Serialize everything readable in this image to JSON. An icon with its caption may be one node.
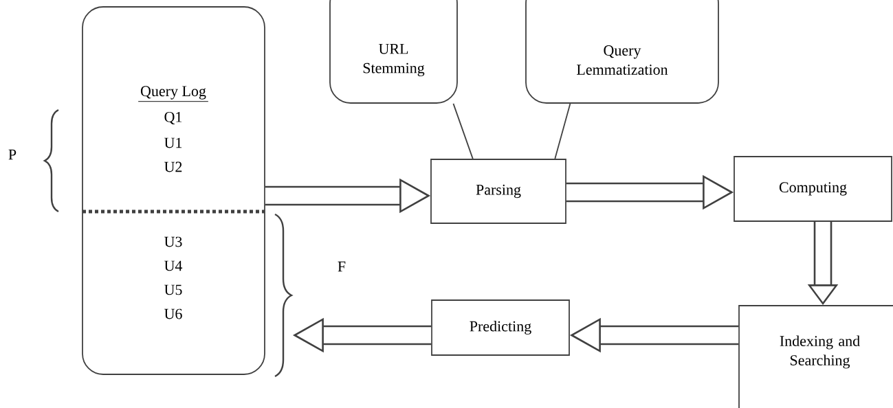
{
  "diagram": {
    "nodes": [
      {
        "text": [
          "Query Log",
          "Q1",
          "U1",
          "U2",
          "U3",
          "U4",
          "U5",
          "U6"
        ]
      },
      {
        "text": [
          "URL Stemming"
        ]
      },
      {
        "text": [
          "Query Lemmatization"
        ]
      },
      {
        "text": [
          "Parsing"
        ]
      },
      {
        "text": [
          "Computing"
        ]
      },
      {
        "text": [
          "Indexing and Searching"
        ]
      },
      {
        "text": [
          "Predicting"
        ]
      }
    ],
    "edges": [
      {
        "from": 1,
        "to": 3,
        "arrow": "none"
      },
      {
        "from": 2,
        "to": 3,
        "arrow": "none"
      },
      {
        "from": 0,
        "to": 3,
        "arrow": "to"
      },
      {
        "from": 3,
        "to": 4,
        "arrow": "to"
      },
      {
        "from": 4,
        "to": 5,
        "arrow": "to"
      },
      {
        "from": 5,
        "to": 6,
        "arrow": "to"
      },
      {
        "from": 6,
        "to": 0,
        "arrow": "to"
      }
    ],
    "labels": [
      "P",
      "F"
    ]
  }
}
